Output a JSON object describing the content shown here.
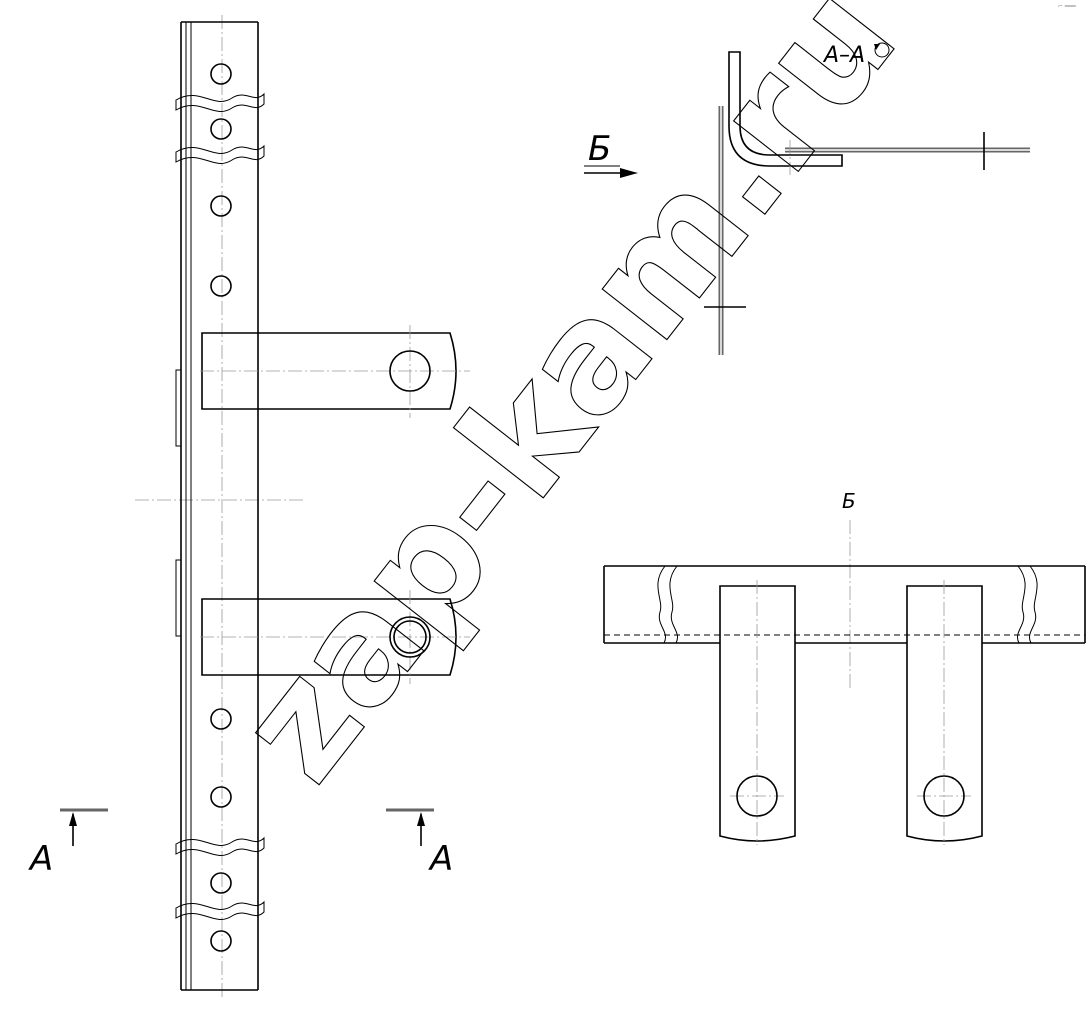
{
  "labels": {
    "section_mark_left": "А",
    "section_mark_right": "А",
    "section_title": "А–А",
    "view_arrow_label": "Б",
    "view_title": "Б"
  },
  "watermark": {
    "text": "zap-kam.ru"
  },
  "corner_mark": {
    "text": "⌐ ═══"
  },
  "colors": {
    "line": "#000000",
    "section_fill": "#666666",
    "axis": "#9a9a9a"
  },
  "icons": {
    "rotation_symbol": "rotated-view-icon"
  }
}
